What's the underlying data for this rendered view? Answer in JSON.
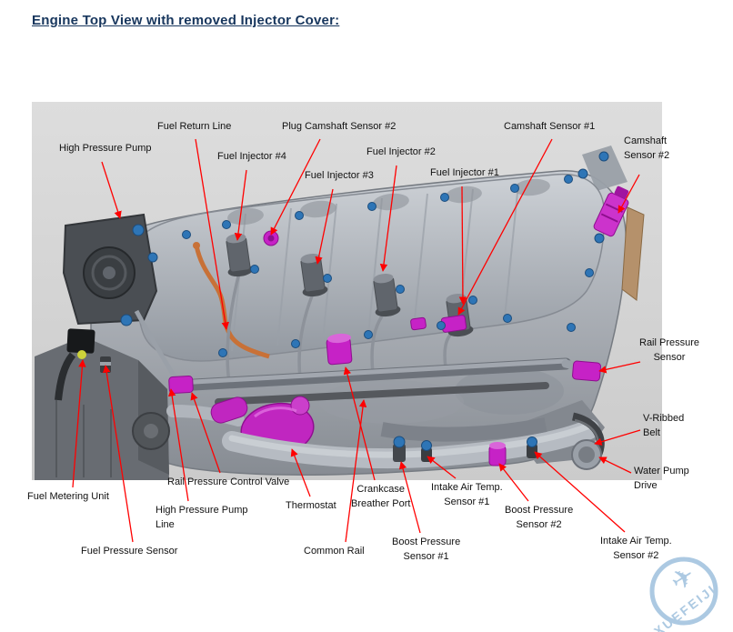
{
  "page": {
    "title": "Engine Top View with removed Injector Cover:"
  },
  "labels": [
    {
      "id": "fuel-return-line",
      "text": "Fuel Return Line"
    },
    {
      "id": "plug-camshaft-sensor-2",
      "text": "Plug Camshaft Sensor #2"
    },
    {
      "id": "camshaft-sensor-1",
      "text": "Camshaft Sensor #1"
    },
    {
      "id": "camshaft-sensor-2",
      "text": "Camshaft\nSensor #2"
    },
    {
      "id": "high-pressure-pump",
      "text": "High Pressure Pump"
    },
    {
      "id": "fuel-injector-4",
      "text": "Fuel Injector #4"
    },
    {
      "id": "fuel-injector-2",
      "text": "Fuel Injector #2"
    },
    {
      "id": "fuel-injector-3",
      "text": "Fuel Injector #3"
    },
    {
      "id": "fuel-injector-1",
      "text": "Fuel Injector #1"
    },
    {
      "id": "rail-pressure-sensor",
      "text": "Rail Pressure\nSensor"
    },
    {
      "id": "v-ribbed-belt",
      "text": "V-Ribbed\nBelt"
    },
    {
      "id": "water-pump-drive",
      "text": "Water Pump\nDrive"
    },
    {
      "id": "fuel-metering-unit",
      "text": "Fuel Metering Unit"
    },
    {
      "id": "rail-pressure-control-valve",
      "text": "Rail Pressure Control Valve"
    },
    {
      "id": "high-pressure-pump-line",
      "text": "High Pressure Pump\nLine"
    },
    {
      "id": "thermostat",
      "text": "Thermostat"
    },
    {
      "id": "crankcase-breather-port",
      "text": "Crankcase\nBreather Port"
    },
    {
      "id": "intake-air-temp-sensor-1",
      "text": "Intake Air Temp.\nSensor #1"
    },
    {
      "id": "boost-pressure-sensor-2",
      "text": "Boost Pressure\nSensor #2"
    },
    {
      "id": "fuel-pressure-sensor",
      "text": "Fuel Pressure Sensor"
    },
    {
      "id": "common-rail",
      "text": "Common Rail"
    },
    {
      "id": "boost-pressure-sensor-1",
      "text": "Boost Pressure\nSensor #1"
    },
    {
      "id": "intake-air-temp-sensor-2",
      "text": "Intake Air Temp.\nSensor #2"
    }
  ],
  "watermark": {
    "text": "XUEFEIJI",
    "plane_glyph": "✈",
    "color": "#a4c4df"
  },
  "colors": {
    "title": "#17365d",
    "arrow": "#ff0000",
    "highlight_parts": "#c622c6",
    "bolts": "#2e75b6",
    "panel_background": "#d7d7d7"
  }
}
